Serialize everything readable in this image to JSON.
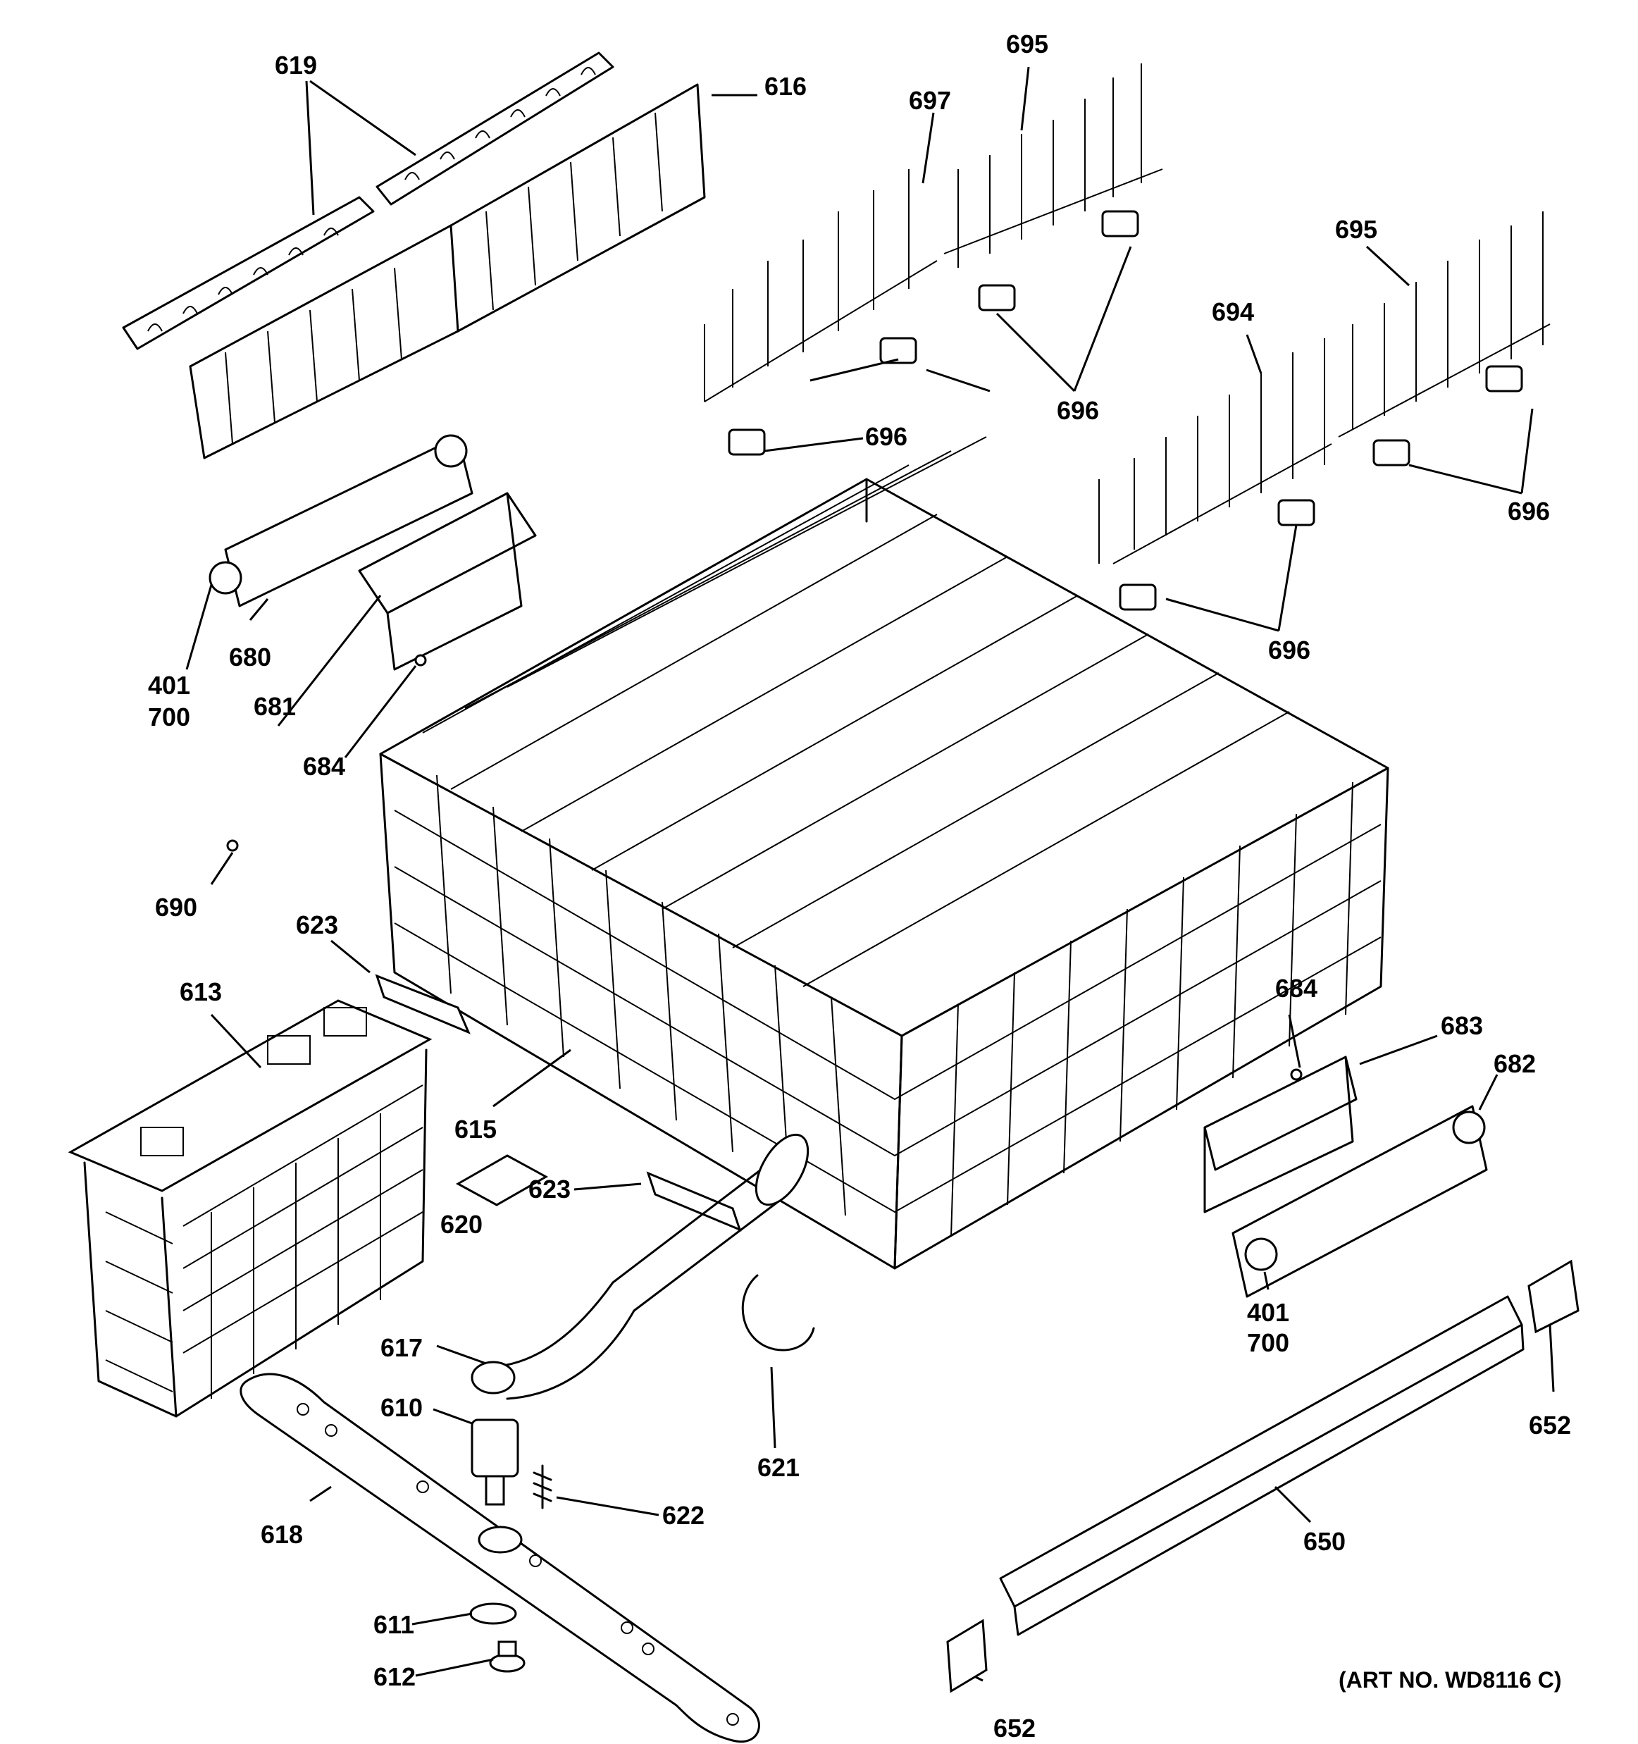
{
  "art_number": "(ART NO. WD8116 C)",
  "callouts": [
    {
      "id": "c619",
      "label": "619"
    },
    {
      "id": "c616",
      "label": "616"
    },
    {
      "id": "c697",
      "label": "697"
    },
    {
      "id": "c695a",
      "label": "695"
    },
    {
      "id": "c695b",
      "label": "695"
    },
    {
      "id": "c694",
      "label": "694"
    },
    {
      "id": "c696a",
      "label": "696"
    },
    {
      "id": "c696b",
      "label": "696"
    },
    {
      "id": "c696c",
      "label": "696"
    },
    {
      "id": "c696d",
      "label": "696"
    },
    {
      "id": "c401a",
      "label": "401"
    },
    {
      "id": "c700a",
      "label": "700"
    },
    {
      "id": "c680",
      "label": "680"
    },
    {
      "id": "c681",
      "label": "681"
    },
    {
      "id": "c684a",
      "label": "684"
    },
    {
      "id": "c690",
      "label": "690"
    },
    {
      "id": "c623a",
      "label": "623"
    },
    {
      "id": "c613",
      "label": "613"
    },
    {
      "id": "c615",
      "label": "615"
    },
    {
      "id": "c623b",
      "label": "623"
    },
    {
      "id": "c620",
      "label": "620"
    },
    {
      "id": "c617",
      "label": "617"
    },
    {
      "id": "c610",
      "label": "610"
    },
    {
      "id": "c621",
      "label": "621"
    },
    {
      "id": "c622",
      "label": "622"
    },
    {
      "id": "c618",
      "label": "618"
    },
    {
      "id": "c611",
      "label": "611"
    },
    {
      "id": "c612",
      "label": "612"
    },
    {
      "id": "c684b",
      "label": "684"
    },
    {
      "id": "c683",
      "label": "683"
    },
    {
      "id": "c682",
      "label": "682"
    },
    {
      "id": "c401b",
      "label": "401"
    },
    {
      "id": "c700b",
      "label": "700"
    },
    {
      "id": "c652a",
      "label": "652"
    },
    {
      "id": "c652b",
      "label": "652"
    },
    {
      "id": "c650",
      "label": "650"
    }
  ]
}
